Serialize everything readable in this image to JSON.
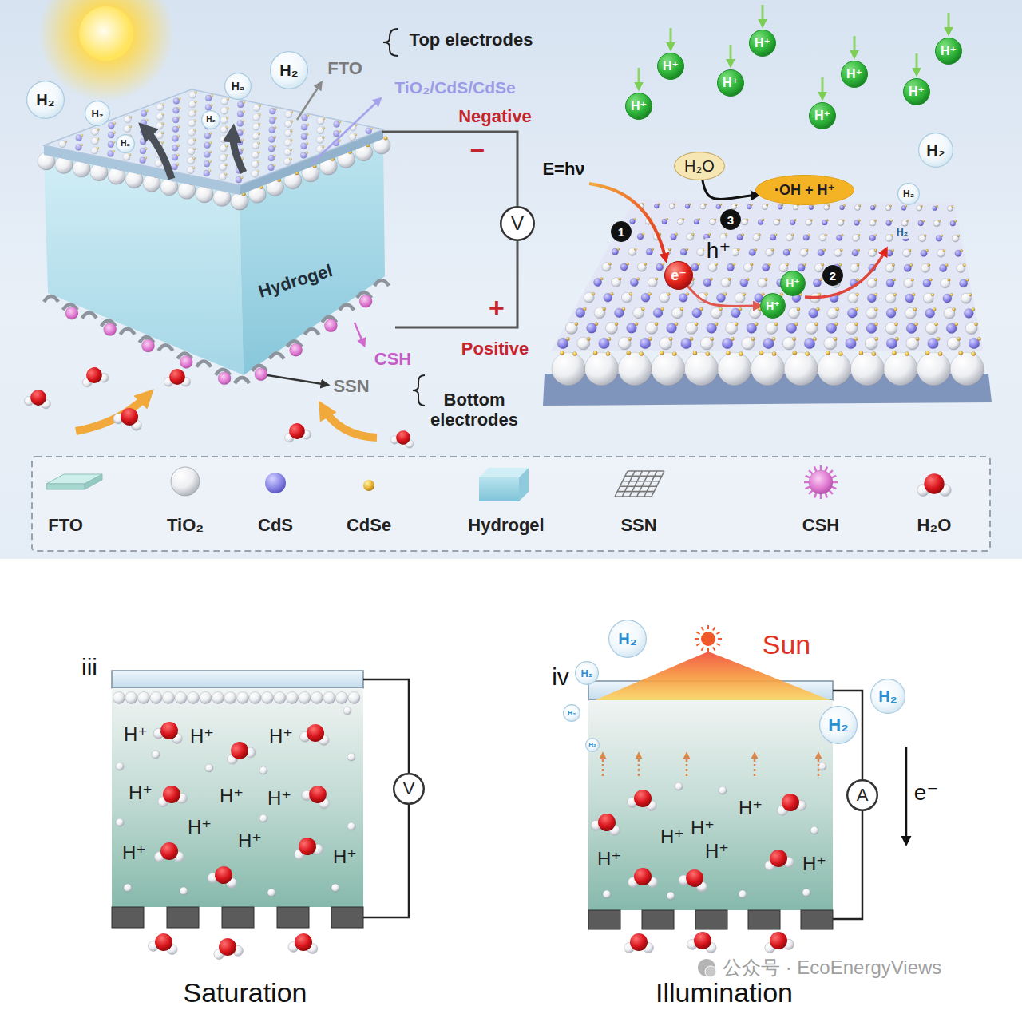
{
  "diagram": {
    "nodes": [
      {
        "text": [
          "H₂"
        ]
      },
      {
        "text": [
          "H₂"
        ]
      },
      {
        "text": [
          "H₂"
        ]
      },
      {
        "text": [
          "H₂"
        ]
      },
      {
        "text": [
          "H₂"
        ]
      },
      {
        "text": [
          "H₂"
        ]
      },
      {
        "text": [
          "H⁺"
        ]
      },
      {
        "text": [
          "H⁺"
        ]
      },
      {
        "text": [
          "H⁺"
        ]
      },
      {
        "text": [
          "H⁺"
        ]
      },
      {
        "text": [
          "H⁺"
        ]
      },
      {
        "text": [
          "H⁺"
        ]
      },
      {
        "text": [
          "H⁺"
        ]
      },
      {
        "text": [
          "H⁺"
        ]
      },
      {
        "text": [
          "H₂"
        ]
      },
      {
        "text": [
          "H₂O"
        ]
      },
      {
        "text": [
          "·OH + H⁺"
        ]
      },
      {
        "text": [
          "H₂"
        ]
      },
      {
        "text": [
          "V"
        ]
      },
      {
        "text": [
          "1"
        ]
      },
      {
        "text": [
          "3"
        ]
      },
      {
        "text": [
          "e⁻"
        ]
      },
      {
        "text": [
          "H⁺"
        ]
      },
      {
        "text": [
          "2"
        ]
      },
      {
        "text": [
          "H⁺"
        ]
      },
      {
        "text": [
          "H₂"
        ]
      },
      {
        "text": [
          "H₂"
        ]
      },
      {
        "text": [
          "H₂"
        ]
      },
      {
        "text": [
          "H₂"
        ]
      },
      {
        "text": [
          "H₂"
        ]
      },
      {
        "text": [
          "H₂"
        ]
      },
      {
        "text": [
          "V"
        ]
      },
      {
        "text": [
          "A"
        ]
      }
    ],
    "edges": [
      {
        "from": 15,
        "to": 16,
        "arrow": "to"
      },
      {
        "from": 21,
        "to": 24,
        "arrow": "to"
      }
    ],
    "labels": [
      "Top electrodes",
      "FTO",
      "TiO₂/CdS/CdSe",
      "Negative",
      "−",
      "+",
      "Positive",
      "Hydrogel",
      "CSH",
      "SSN",
      "Bottom electrodes",
      "E=hν",
      "h⁺",
      "H₂",
      "iii",
      "H⁺",
      "H⁺",
      "H⁺",
      "H⁺",
      "H⁺",
      "H⁺",
      "H⁺",
      "H⁺",
      "H⁺",
      "H⁺",
      "Saturation",
      "iv",
      "Sun",
      "e⁻",
      "H⁺",
      "H⁺",
      "H⁺",
      "H⁺",
      "H⁺",
      "H⁺",
      "Illumination",
      "公众号 · EcoEnergyViews"
    ],
    "legend": [
      {
        "text": "FTO"
      },
      {
        "text": "TiO₂"
      },
      {
        "text": "CdS"
      },
      {
        "text": "CdSe"
      },
      {
        "text": "Hydrogel"
      },
      {
        "text": "SSN"
      },
      {
        "text": "CSH"
      },
      {
        "text": "H₂O"
      }
    ]
  }
}
